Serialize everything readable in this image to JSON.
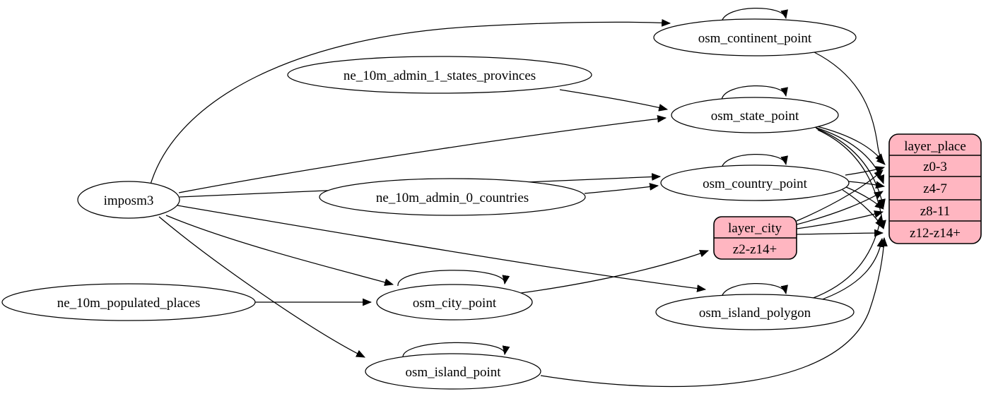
{
  "diagram": {
    "type": "etl-graph",
    "colors": {
      "record_fill": "#ffb6c1",
      "table_fill": "#ffffff",
      "edge_stroke": "#000000"
    },
    "nodes": {
      "imposm3": {
        "label": "imposm3",
        "shape": "ellipse",
        "role": "importer"
      },
      "ne_10m_admin_1_states_provinces": {
        "label": "ne_10m_admin_1_states_provinces",
        "shape": "ellipse",
        "role": "source-table"
      },
      "ne_10m_admin_0_countries": {
        "label": "ne_10m_admin_0_countries",
        "shape": "ellipse",
        "role": "source-table"
      },
      "ne_10m_populated_places": {
        "label": "ne_10m_populated_places",
        "shape": "ellipse",
        "role": "source-table"
      },
      "osm_continent_point": {
        "label": "osm_continent_point",
        "shape": "ellipse",
        "role": "osm-table"
      },
      "osm_state_point": {
        "label": "osm_state_point",
        "shape": "ellipse",
        "role": "osm-table"
      },
      "osm_country_point": {
        "label": "osm_country_point",
        "shape": "ellipse",
        "role": "osm-table"
      },
      "osm_city_point": {
        "label": "osm_city_point",
        "shape": "ellipse",
        "role": "osm-table"
      },
      "osm_island_polygon": {
        "label": "osm_island_polygon",
        "shape": "ellipse",
        "role": "osm-table"
      },
      "osm_island_point": {
        "label": "osm_island_point",
        "shape": "ellipse",
        "role": "osm-table"
      },
      "layer_city": {
        "label": "layer_city",
        "shape": "record",
        "rows": [
          "z2-z14+"
        ]
      },
      "layer_place": {
        "label": "layer_place",
        "shape": "record",
        "rows": [
          "z0-3",
          "z4-7",
          "z8-11",
          "z12-z14+"
        ]
      }
    },
    "edges": [
      {
        "from": "imposm3",
        "to": "osm_continent_point"
      },
      {
        "from": "imposm3",
        "to": "osm_state_point"
      },
      {
        "from": "imposm3",
        "to": "osm_country_point"
      },
      {
        "from": "imposm3",
        "to": "osm_city_point"
      },
      {
        "from": "imposm3",
        "to": "osm_island_polygon"
      },
      {
        "from": "imposm3",
        "to": "osm_island_point"
      },
      {
        "from": "ne_10m_admin_1_states_provinces",
        "to": "osm_state_point"
      },
      {
        "from": "ne_10m_admin_0_countries",
        "to": "osm_country_point"
      },
      {
        "from": "ne_10m_populated_places",
        "to": "osm_city_point"
      },
      {
        "from": "osm_continent_point",
        "to": "osm_continent_point"
      },
      {
        "from": "osm_state_point",
        "to": "osm_state_point"
      },
      {
        "from": "osm_country_point",
        "to": "osm_country_point"
      },
      {
        "from": "osm_city_point",
        "to": "osm_city_point"
      },
      {
        "from": "osm_island_polygon",
        "to": "osm_island_polygon"
      },
      {
        "from": "osm_island_point",
        "to": "osm_island_point"
      },
      {
        "from": "osm_city_point",
        "to": "layer_city:z2-z14+"
      },
      {
        "from": "osm_continent_point",
        "to": "layer_place:z0-3"
      },
      {
        "from": "osm_state_point",
        "to": "layer_place:z0-3"
      },
      {
        "from": "osm_state_point",
        "to": "layer_place:z4-7"
      },
      {
        "from": "osm_state_point",
        "to": "layer_place:z8-11"
      },
      {
        "from": "osm_state_point",
        "to": "layer_place:z12-z14+"
      },
      {
        "from": "osm_country_point",
        "to": "layer_place:z0-3"
      },
      {
        "from": "osm_country_point",
        "to": "layer_place:z4-7"
      },
      {
        "from": "osm_country_point",
        "to": "layer_place:z8-11"
      },
      {
        "from": "osm_country_point",
        "to": "layer_place:z12-z14+"
      },
      {
        "from": "layer_city",
        "to": "layer_place:z0-3"
      },
      {
        "from": "layer_city",
        "to": "layer_place:z4-7"
      },
      {
        "from": "layer_city",
        "to": "layer_place:z8-11"
      },
      {
        "from": "layer_city",
        "to": "layer_place:z12-z14+"
      },
      {
        "from": "osm_island_polygon",
        "to": "layer_place:z8-11"
      },
      {
        "from": "osm_island_polygon",
        "to": "layer_place:z12-z14+"
      },
      {
        "from": "osm_island_point",
        "to": "layer_place:z12-z14+"
      }
    ]
  }
}
